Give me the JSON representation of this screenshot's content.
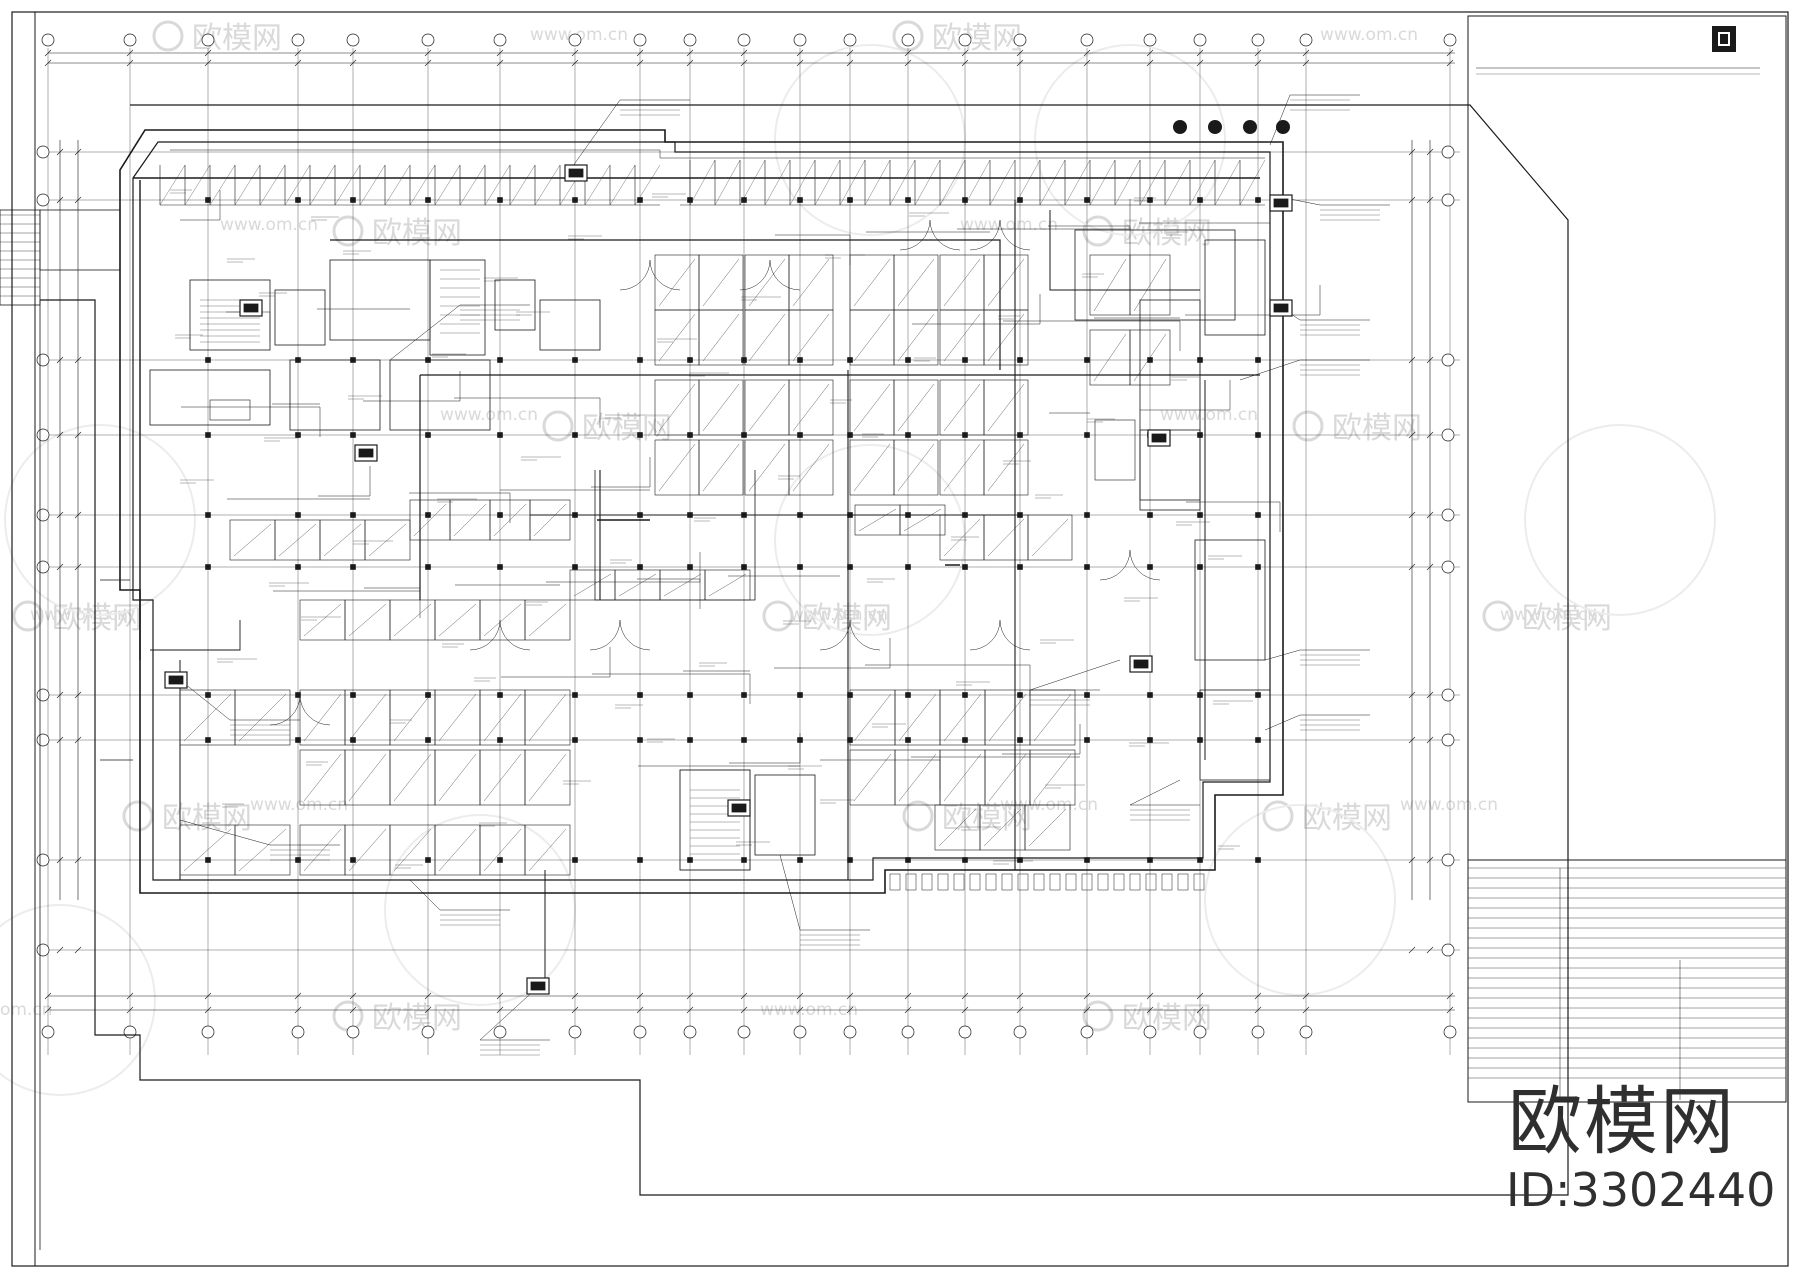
{
  "watermarks": {
    "brand_cn": "欧模网",
    "site_url": "www.om.cn",
    "site_url_fragment": "om.cn",
    "id_label": "ID:3302440"
  },
  "drawing": {
    "line_color": "#1a1a1a",
    "watermark_color": "#d9d9d9"
  }
}
